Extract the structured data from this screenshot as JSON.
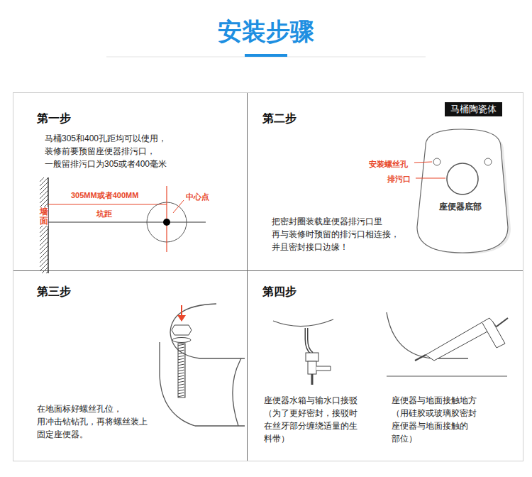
{
  "diagram": {
    "title": "安装步骤",
    "nodes": [
      {
        "text": [
          "马桶陶瓷体"
        ]
      }
    ],
    "labels": [
      "第一步",
      "马桶305和400孔距均可以使用， 装修前要预留座便器排污口， 一般留排污口为305或者400毫米",
      "305MM或者400MM",
      "坑距",
      "中心点",
      "墙面",
      "第二步",
      "安装螺丝孔",
      "排污口",
      "座便器底部",
      "把密封圈装载座便器排污口里 再与装修时预留的排污口相连接， 并且密封接口边缘！",
      "第三步",
      "在地面标好螺丝孔位， 用冲击钻钻孔，再将螺丝装上 固定座便器。",
      "第四步",
      "座便器水箱与输水口接驳",
      "（为了更好密封，接驳时 在丝牙部分缠绕适量的生 料带）",
      "座便器与地面接触地方",
      "（用硅胶或玻璃胶密封 座便器与地面接触的 部位）"
    ]
  }
}
